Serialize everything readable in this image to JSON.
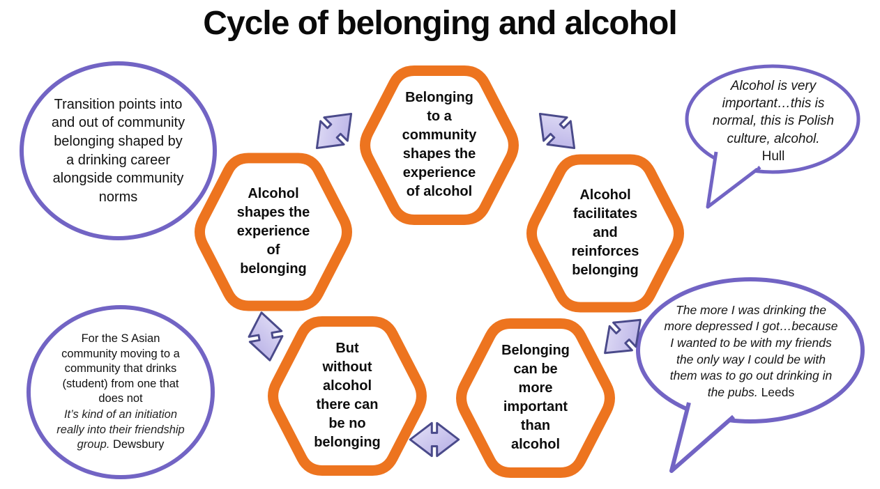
{
  "title": "Cycle of belonging and alcohol",
  "colors": {
    "hexagon_border": "#ED741F",
    "bubble_and_circle_border": "#7264C4",
    "arrow_fill_light": "#E6E3F8",
    "arrow_fill_dark": "#B3ABE4",
    "arrow_stroke": "#4A4A8A",
    "text": "#111111"
  },
  "hexagons": {
    "top": {
      "text": "Belonging\nto a\ncommunity\nshapes the\nexperience\nof alcohol"
    },
    "left": {
      "text": "Alcohol\nshapes the\nexperience\nof\nbelonging"
    },
    "right": {
      "text": "Alcohol\nfacilitates\nand\nreinforces\nbelonging"
    },
    "bottom_left": {
      "text": "But\nwithout\nalcohol\nthere can\nbe no\nbelonging"
    },
    "bottom_right": {
      "text": "Belonging\ncan be\nmore\nimportant\nthan\nalcohol"
    }
  },
  "annotations": {
    "top_left_circle": {
      "text": "Transition points into\nand out of community\nbelonging shaped by\na drinking career\nalongside community\nnorms"
    },
    "bottom_left_circle": {
      "intro": "For the S Asian\ncommunity moving to a\ncommunity that drinks\n(student) from one that\ndoes not",
      "quote": "It’s kind of an initiation\nreally into their friendship\ngroup.",
      "location": "Dewsbury"
    },
    "top_right_bubble": {
      "quote": "Alcohol is very\nimportant…this is\nnormal, this is Polish\nculture, alcohol.",
      "location": "Hull"
    },
    "bottom_right_bubble": {
      "quote": "The more I was drinking the\nmore depressed I got…because\nI wanted to be with my friends\nthe only way I could be with\nthem was to go out drinking in\nthe pubs.",
      "location": "Leeds"
    }
  }
}
